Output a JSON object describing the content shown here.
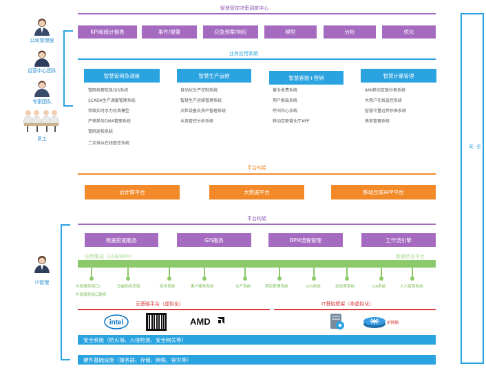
{
  "top": {
    "title": "智慧管控决策调度中心",
    "boxes": [
      "KPI和统计报表",
      "事件/报警",
      "应急预案/响应",
      "模型",
      "分析",
      "优化"
    ]
  },
  "roles": {
    "company": "公司管理层",
    "ops": "运营中心团队",
    "expert": "专家团队",
    "staff": "员工",
    "it": "IT管理"
  },
  "security_side": "安全",
  "business": {
    "title": "业务应用系统",
    "columns": [
      {
        "head": "智慧管网及调度",
        "items": [
          "管网地理信息GIS系统",
          "SCADA生产调度管理系统",
          "供线实时水力仿真模型",
          "产销差与DMA管理系统",
          "管网巡检系统",
          "二次供水在线管控系统"
        ]
      },
      {
        "head": "智慧生产运维",
        "items": [
          "自动化生产控制系统",
          "智慧生产运维管理系统",
          "点检设备及资产管理系统",
          "水务管控分析系统"
        ]
      },
      {
        "head": "智慧客服+营销",
        "items": [
          "营业收费系统",
          "用户报装系统",
          "呼叫中心系统",
          "移动互联营业厅APP"
        ]
      },
      {
        "head": "智慧计量管理",
        "items": [
          "AMI移动互联抄表系统",
          "大用户在线监控系统",
          "智慧计量远传抄表系统",
          "表务管理系统"
        ]
      }
    ]
  },
  "platform1": {
    "title": "平台构架",
    "boxes": [
      "云计算平台",
      "大数据平台",
      "移动互联APP平台"
    ]
  },
  "platform2": {
    "title": "平台构架",
    "boxes": [
      "数据挖掘服务",
      "GIS服务",
      "BPM流程管理",
      "工作流引擎"
    ],
    "integration_label": "应用集成（ESB/BPM）",
    "data_label": "数据信息平台",
    "systems": [
      "内部服务接口/",
      "设备和供应链",
      "财务系统",
      "客户服务系统",
      "生产系统",
      "项目管理系统",
      "GIS系统",
      "实验室系统",
      "OA系统",
      "人力资源系统"
    ],
    "systems_second_line": "外部服务接口服务"
  },
  "infra": {
    "cloud": "云基础平台（虚拟化）",
    "it": "IT基础框架（非虚拟化）",
    "ip_network": "IP网络",
    "security_bar": "安全系统（防火墙、入侵检测、安全网关等）",
    "hardware_bar": "硬件基础设施（服务器、存储、网络、容灾等）"
  },
  "colors": {
    "purple": "#a56bc1",
    "blue": "#2aa3e0",
    "orange": "#f28a2a",
    "green": "#8bc96a",
    "red": "#d93a3a"
  }
}
